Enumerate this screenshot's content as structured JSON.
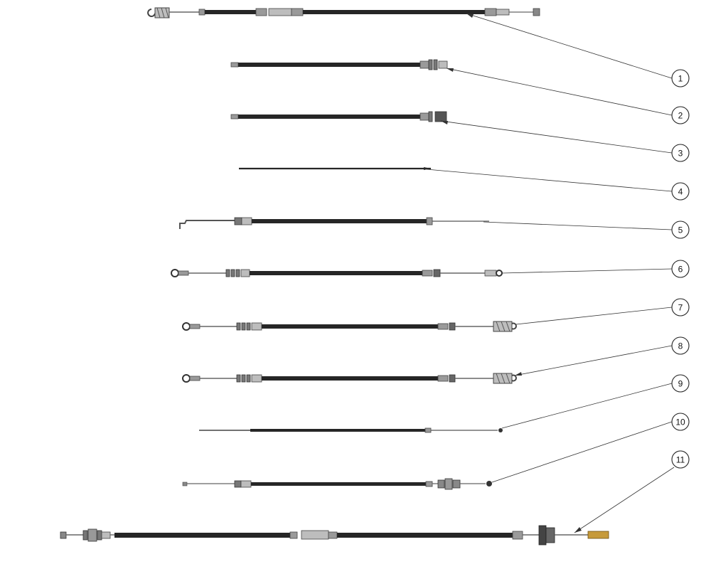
{
  "diagram": {
    "colors": {
      "cable": "#262626",
      "fitting": "#9a9a9a",
      "fitting_dark": "#5a5a5a",
      "wire": "#6a6a6a",
      "brass": "#c69a3a"
    },
    "callouts": [
      {
        "label": "1"
      },
      {
        "label": "2"
      },
      {
        "label": "3"
      },
      {
        "label": "4"
      },
      {
        "label": "5"
      },
      {
        "label": "6"
      },
      {
        "label": "7"
      },
      {
        "label": "8"
      },
      {
        "label": "9"
      },
      {
        "label": "10"
      },
      {
        "label": "11"
      }
    ]
  }
}
